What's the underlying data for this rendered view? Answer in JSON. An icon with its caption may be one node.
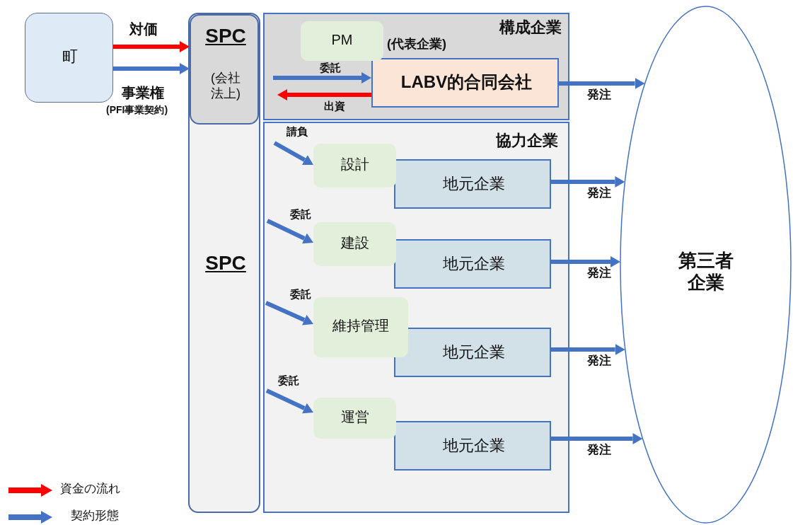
{
  "diagram": {
    "nodes": [
      {
        "text": [
          "町"
        ]
      },
      {
        "text": [
          "SPC"
        ]
      },
      {
        "text": [
          "SPC",
          "(会社法上)"
        ],
        "in": 1
      },
      {
        "text": [
          "構成企業"
        ]
      },
      {
        "text": [
          "PM"
        ],
        "in": 3
      },
      {
        "text": [
          "LABV的合同会社"
        ],
        "in": 3,
        "beside": [
          "(代表企業)"
        ]
      },
      {
        "text": [
          "協力企業"
        ]
      },
      {
        "text": [
          "設計"
        ],
        "in": 6
      },
      {
        "text": [
          "地元企業"
        ],
        "in": 6
      },
      {
        "text": [
          "建設"
        ],
        "in": 6
      },
      {
        "text": [
          "地元企業"
        ],
        "in": 6
      },
      {
        "text": [
          "維持管理"
        ],
        "in": 6
      },
      {
        "text": [
          "地元企業"
        ],
        "in": 6
      },
      {
        "text": [
          "運営"
        ],
        "in": 6
      },
      {
        "text": [
          "地元企業"
        ],
        "in": 6
      },
      {
        "text": [
          "第三者企業"
        ]
      }
    ],
    "edges": [
      {
        "from": 0,
        "to": 2,
        "arrow": "to",
        "label": "対価",
        "color": "#ff0000"
      },
      {
        "from": 0,
        "to": 2,
        "arrow": "to",
        "label": "事業権"
      },
      {
        "from": null,
        "to": 5,
        "arrow": "to",
        "label": "委託"
      },
      {
        "from": 5,
        "to": null,
        "arrow": "to",
        "label": "出資",
        "color": "#ff0000"
      },
      {
        "from": null,
        "to": 7,
        "arrow": "to",
        "label": "請負"
      },
      {
        "from": null,
        "to": 9,
        "arrow": "to",
        "label": "委託"
      },
      {
        "from": null,
        "to": 11,
        "arrow": "to",
        "label": "委託"
      },
      {
        "from": null,
        "to": 13,
        "arrow": "to",
        "label": "委託"
      },
      {
        "from": 5,
        "to": 15,
        "arrow": "to",
        "label": "発注"
      },
      {
        "from": 8,
        "to": 15,
        "arrow": "to",
        "label": "発注"
      },
      {
        "from": 10,
        "to": 15,
        "arrow": "to",
        "label": "発注"
      },
      {
        "from": 12,
        "to": 15,
        "arrow": "to",
        "label": "発注"
      },
      {
        "from": 14,
        "to": 15,
        "arrow": "to",
        "label": "発注"
      }
    ],
    "labels": [
      "(PFI事業契約)"
    ],
    "legend": [
      {
        "text": "資金の流れ",
        "color": "#ff0000"
      },
      {
        "text": "契約形態",
        "color": "#4472c4"
      }
    ]
  }
}
